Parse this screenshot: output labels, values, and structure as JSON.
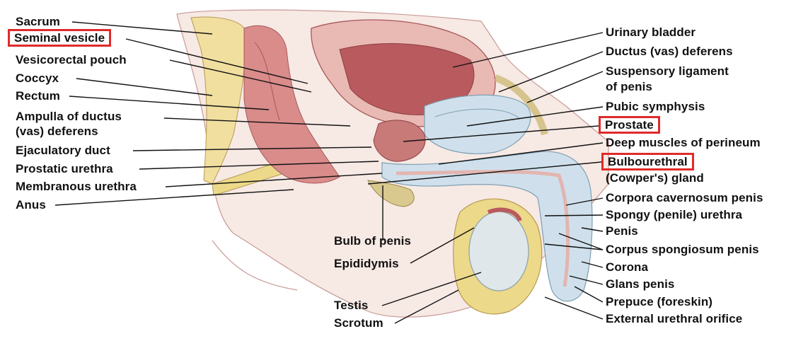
{
  "labels": {
    "sacrum": "Sacrum",
    "seminal_vesicle": "Seminal vesicle",
    "vesicorectal_pouch": "Vesicorectal pouch",
    "coccyx": "Coccyx",
    "rectum": "Rectum",
    "ampulla_line1": "Ampulla of ductus",
    "ampulla_line2": "(vas) deferens",
    "ejaculatory_duct": "Ejaculatory duct",
    "prostatic_urethra": "Prostatic urethra",
    "membranous_urethra": "Membranous urethra",
    "anus": "Anus",
    "bulb_of_penis": "Bulb of penis",
    "epididymis": "Epididymis",
    "testis": "Testis",
    "scrotum": "Scrotum",
    "urinary_bladder": "Urinary bladder",
    "ductus_deferens": "Ductus (vas) deferens",
    "suspensory_line1": "Suspensory ligament",
    "suspensory_line2": "of penis",
    "pubic_symphysis": "Pubic symphysis",
    "prostate": "Prostate",
    "deep_muscles": "Deep muscles of perineum",
    "bulbourethral": "Bulbourethral",
    "cowpers_gland": "(Cowper's) gland",
    "corpora_cavernosum": "Corpora cavernosum penis",
    "spongy_urethra": "Spongy (penile) urethra",
    "penis": "Penis",
    "corpus_spongiosum": "Corpus spongiosum penis",
    "corona": "Corona",
    "glans_penis": "Glans penis",
    "prepuce": "Prepuce (foreskin)",
    "external_orifice": "External urethral orifice"
  },
  "colors": {
    "highlight_box": "#e02a2a",
    "leader_line": "#111111",
    "bladder": "#b85a5e",
    "tissue_pink": "#e9b9b3",
    "fat_yellow": "#ecd98a",
    "bone_blue": "#cfe0ec",
    "testis_white": "#dfe7ea"
  }
}
